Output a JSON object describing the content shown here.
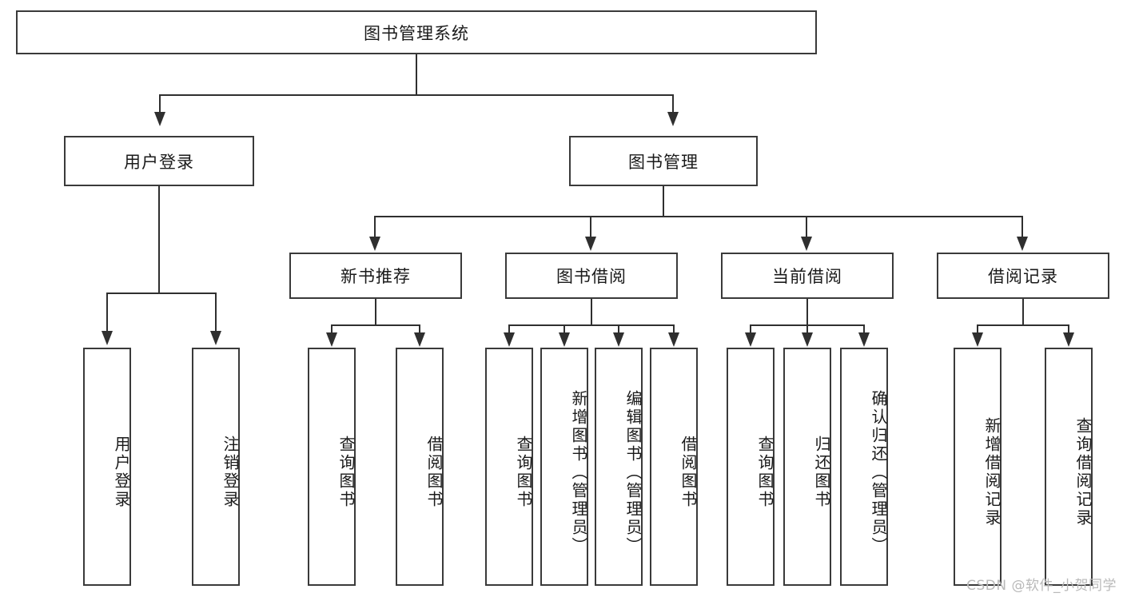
{
  "diagram": {
    "title": "图书管理系统",
    "root": {
      "label": "图书管理系统"
    },
    "level2": [
      {
        "label": "用户登录"
      },
      {
        "label": "图书管理"
      }
    ],
    "level3": [
      {
        "label": "新书推荐"
      },
      {
        "label": "图书借阅"
      },
      {
        "label": "当前借阅"
      },
      {
        "label": "借阅记录"
      }
    ],
    "leaves": {
      "user_login": [
        {
          "label": "用户登录"
        },
        {
          "label": "注销登录"
        }
      ],
      "new_book_recommend": [
        {
          "label": "查询图书"
        },
        {
          "label": "借阅图书"
        }
      ],
      "book_borrow": [
        {
          "label": "查询图书"
        },
        {
          "label": "新增图书（管理员）"
        },
        {
          "label": "编辑图书（管理员）"
        },
        {
          "label": "借阅图书"
        }
      ],
      "current_borrow": [
        {
          "label": "查询图书"
        },
        {
          "label": "归还图书"
        },
        {
          "label": "确认归还（管理员）"
        }
      ],
      "borrow_record": [
        {
          "label": "新增借阅记录"
        },
        {
          "label": "查询借阅记录"
        }
      ]
    }
  },
  "watermark": {
    "text": "CSDN @软件_小贺同学"
  },
  "colors": {
    "box_border": "#3a3a3a",
    "connector": "#2f2f2f",
    "text": "#1a1a1a",
    "background": "#ffffff",
    "watermark": "#b9b9b9"
  }
}
